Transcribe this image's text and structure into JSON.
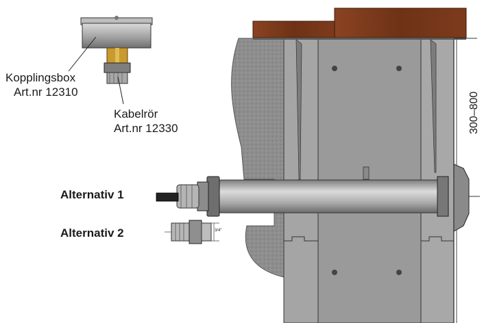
{
  "labels": {
    "box_name": "Kopplingsbox",
    "box_art": "Art.nr 12310",
    "pipe_name": "Kabelrör",
    "pipe_art": "Art.nr 12330",
    "alt1": "Alternativ 1",
    "alt2": "Alternativ 2",
    "depth_range": "300–800"
  },
  "dimension_mark": "3/4\"",
  "colors": {
    "wood": "#7a3a1c",
    "concrete_dark": "#9c9c9c",
    "concrete_light": "#c9c9c9",
    "soil": "#8f8f8f",
    "pipe": "#b8b8b8",
    "brass": "#c99a2e"
  }
}
